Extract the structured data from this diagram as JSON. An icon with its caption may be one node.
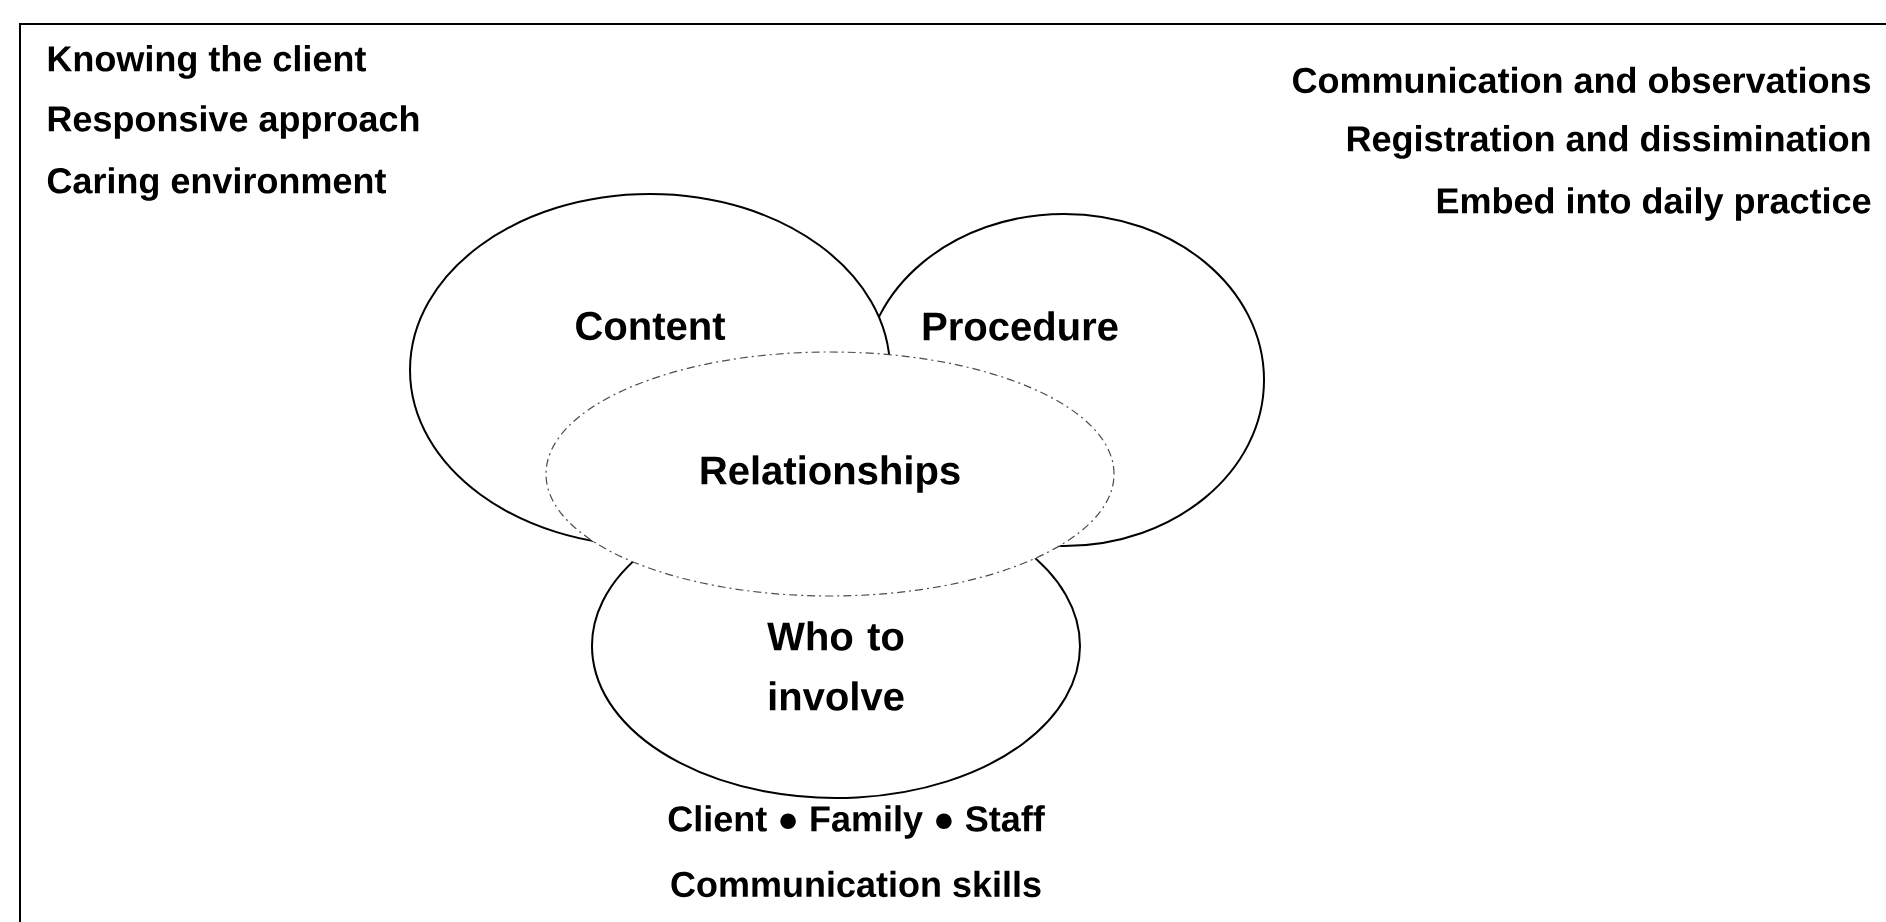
{
  "diagram": {
    "nodes": [
      {
        "text": [
          "Content"
        ]
      },
      {
        "text": [
          "Procedure"
        ]
      },
      {
        "text": [
          "Relationships"
        ]
      },
      {
        "text": [
          "Who to involve"
        ]
      }
    ],
    "labels": [
      "Knowing the client",
      "Responsive approach",
      "Caring environment",
      "Communication and observations",
      "Registration and dissimination",
      "Embed into daily practice",
      "Client ● Family ● Staff",
      "Communication skills"
    ]
  }
}
